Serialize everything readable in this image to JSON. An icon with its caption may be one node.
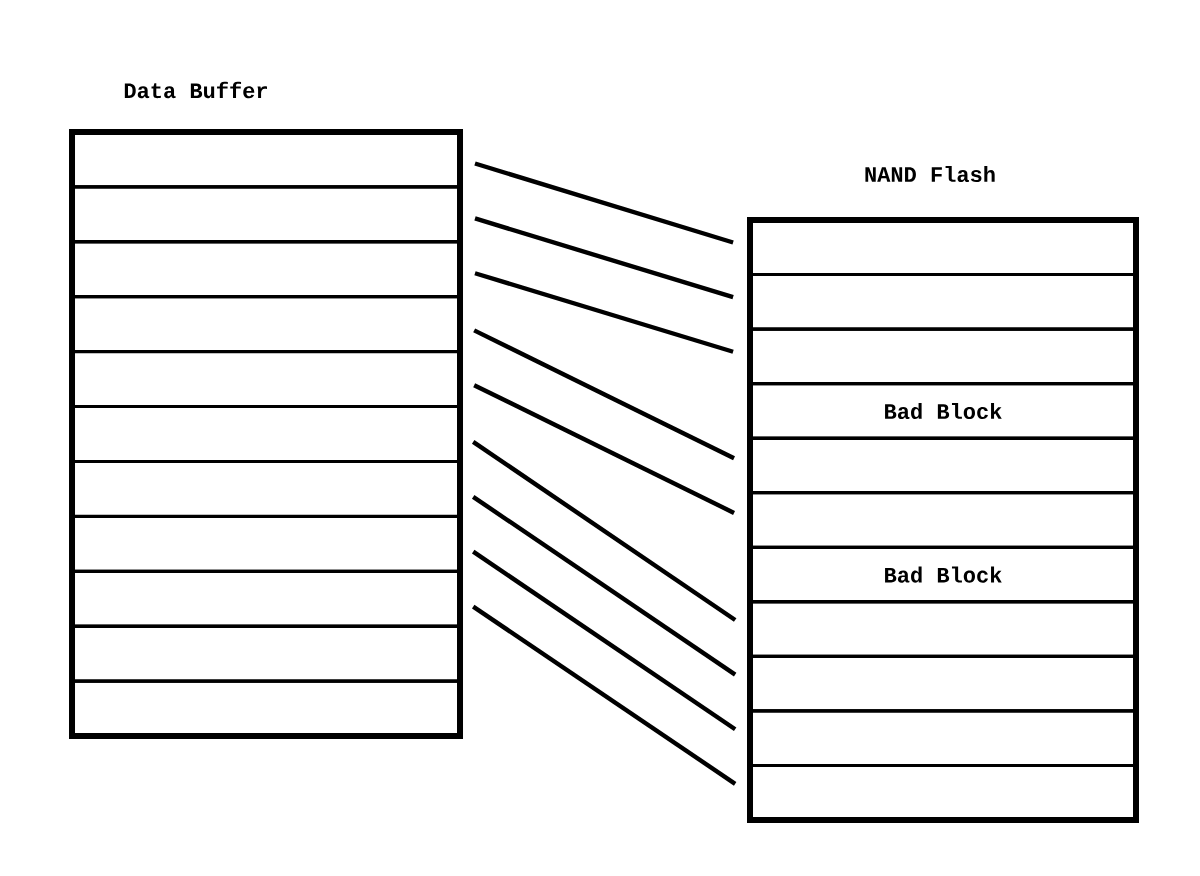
{
  "diagram": {
    "nodes": [
      {
        "text": [
          "Data Buffer"
        ]
      },
      {
        "text": [],
        "shape": "box",
        "in": 0
      },
      {
        "text": [],
        "shape": "box",
        "in": 0
      },
      {
        "text": [],
        "shape": "box",
        "in": 0
      },
      {
        "text": [],
        "shape": "box",
        "in": 0
      },
      {
        "text": [],
        "shape": "box",
        "in": 0
      },
      {
        "text": [],
        "shape": "box",
        "in": 0
      },
      {
        "text": [],
        "shape": "box",
        "in": 0
      },
      {
        "text": [],
        "shape": "box",
        "in": 0
      },
      {
        "text": [],
        "shape": "box",
        "in": 0
      },
      {
        "text": [],
        "shape": "box",
        "in": 0
      },
      {
        "text": [],
        "shape": "box",
        "in": 0
      },
      {
        "text": [
          "NAND Flash"
        ]
      },
      {
        "text": [],
        "shape": "box",
        "in": 12
      },
      {
        "text": [],
        "shape": "box",
        "in": 12
      },
      {
        "text": [],
        "shape": "box",
        "in": 12
      },
      {
        "text": [
          "Bad Block"
        ],
        "in": 12
      },
      {
        "text": [],
        "shape": "box",
        "in": 12
      },
      {
        "text": [],
        "shape": "box",
        "in": 12
      },
      {
        "text": [
          "Bad Block"
        ],
        "in": 12
      },
      {
        "text": [],
        "shape": "box",
        "in": 12
      },
      {
        "text": [],
        "shape": "box",
        "in": 12
      },
      {
        "text": [],
        "shape": "box",
        "in": 12
      },
      {
        "text": [],
        "shape": "box",
        "in": 12
      }
    ],
    "edges": [
      {
        "from": 1,
        "to": 13,
        "arrow": "none"
      },
      {
        "from": 2,
        "to": 14,
        "arrow": "none"
      },
      {
        "from": 3,
        "to": 15,
        "arrow": "none"
      },
      {
        "from": 4,
        "to": 17,
        "arrow": "none"
      },
      {
        "from": 5,
        "to": 18,
        "arrow": "none"
      },
      {
        "from": 6,
        "to": 20,
        "arrow": "none"
      },
      {
        "from": 7,
        "to": 21,
        "arrow": "none"
      },
      {
        "from": 8,
        "to": 22,
        "arrow": "none"
      },
      {
        "from": 9,
        "to": 23,
        "arrow": "none"
      }
    ]
  }
}
